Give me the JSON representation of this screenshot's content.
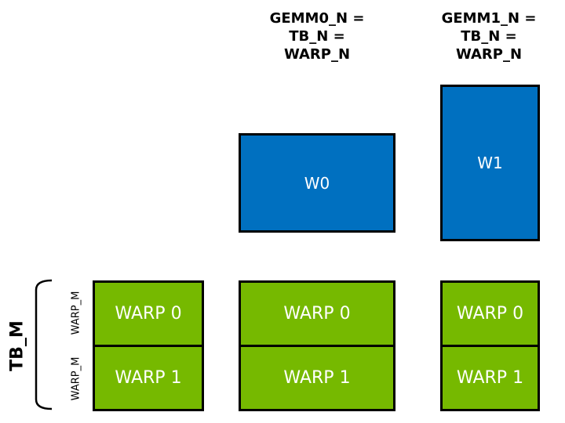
{
  "colors": {
    "box_blue": "#0070C0",
    "box_green": "#76B900",
    "outline": "#000000",
    "box_label": "#FFFFFF"
  },
  "headers": {
    "col_middle": {
      "line1": "GEMM0_N =",
      "line2": "TB_N =",
      "line3": "WARP_N"
    },
    "col_right": {
      "line1": "GEMM1_N =",
      "line2": "TB_N =",
      "line3": "WARP_N"
    }
  },
  "blue_boxes": {
    "w0": {
      "label": "W0"
    },
    "w1": {
      "label": "W1"
    }
  },
  "warp_groups": {
    "left": {
      "rows": [
        {
          "label": "WARP 0"
        },
        {
          "label": "WARP 1"
        }
      ]
    },
    "middle": {
      "rows": [
        {
          "label": "WARP 0"
        },
        {
          "label": "WARP 1"
        }
      ]
    },
    "right": {
      "rows": [
        {
          "label": "WARP 0"
        },
        {
          "label": "WARP 1"
        }
      ]
    }
  },
  "side": {
    "tb_m": "TB_M",
    "warp_m_row0": "WARP_M",
    "warp_m_row1": "WARP_M"
  }
}
